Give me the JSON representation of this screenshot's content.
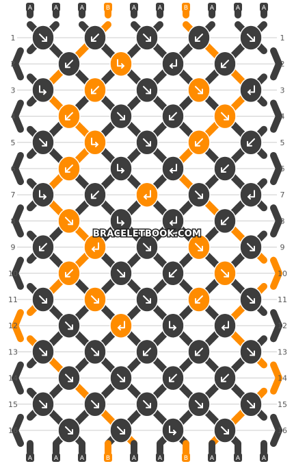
{
  "watermark": "BRACELETBOOK.COM",
  "colors": {
    "A": "#3d3d3d",
    "B": "#ff8c00",
    "arrow": "#ffffff",
    "gridline": "#cccccc",
    "label": "#555555"
  },
  "strings_top": [
    "A",
    "A",
    "A",
    "B",
    "A",
    "A",
    "B",
    "A",
    "A",
    "A"
  ],
  "strings_bottom": [
    "A",
    "A",
    "A",
    "B",
    "A",
    "A",
    "B",
    "A",
    "A",
    "A"
  ],
  "row_labels": [
    "1",
    "2",
    "3",
    "4",
    "5",
    "6",
    "7",
    "8",
    "9",
    "10",
    "11",
    "12",
    "13",
    "14",
    "15",
    "16"
  ],
  "rows": [
    [
      {
        "c": "A",
        "d": "se"
      },
      {
        "c": "A",
        "d": "sw"
      },
      {
        "c": "A",
        "d": "se"
      },
      {
        "c": "A",
        "d": "sw"
      },
      {
        "c": "A",
        "d": "se"
      }
    ],
    [
      {
        "c": "A",
        "d": "sw"
      },
      {
        "c": "B",
        "d": "rse"
      },
      {
        "c": "A",
        "d": "rsw"
      },
      {
        "c": "A",
        "d": "sw"
      }
    ],
    [
      {
        "c": "A",
        "d": "rse"
      },
      {
        "c": "B",
        "d": "sw"
      },
      {
        "c": "A",
        "d": "se"
      },
      {
        "c": "B",
        "d": "se"
      },
      {
        "c": "A",
        "d": "rsw"
      }
    ],
    [
      {
        "c": "B",
        "d": "sw"
      },
      {
        "c": "A",
        "d": "se"
      },
      {
        "c": "A",
        "d": "sw"
      },
      {
        "c": "B",
        "d": "se"
      }
    ],
    [
      {
        "c": "A",
        "d": "se"
      },
      {
        "c": "B",
        "d": "rse"
      },
      {
        "c": "A",
        "d": "se"
      },
      {
        "c": "B",
        "d": "sw"
      },
      {
        "c": "A",
        "d": "sw"
      }
    ],
    [
      {
        "c": "B",
        "d": "sw"
      },
      {
        "c": "A",
        "d": "rse"
      },
      {
        "c": "A",
        "d": "rsw"
      },
      {
        "c": "A",
        "d": "sw"
      }
    ],
    [
      {
        "c": "A",
        "d": "rse"
      },
      {
        "c": "A",
        "d": "sw"
      },
      {
        "c": "B",
        "d": "rsw"
      },
      {
        "c": "A",
        "d": "se"
      },
      {
        "c": "A",
        "d": "rsw"
      }
    ],
    [
      {
        "c": "B",
        "d": "se"
      },
      {
        "c": "A",
        "d": "rse"
      },
      {
        "c": "A",
        "d": "rsw"
      },
      {
        "c": "A",
        "d": "sw"
      }
    ],
    [
      {
        "c": "A",
        "d": "sw"
      },
      {
        "c": "B",
        "d": "rsw"
      },
      {
        "c": "A",
        "d": "se"
      },
      {
        "c": "B",
        "d": "se"
      },
      {
        "c": "A",
        "d": "se"
      }
    ],
    [
      {
        "c": "B",
        "d": "sw"
      },
      {
        "c": "A",
        "d": "se"
      },
      {
        "c": "A",
        "d": "sw"
      },
      {
        "c": "B",
        "d": "se"
      }
    ],
    [
      {
        "c": "A",
        "d": "se"
      },
      {
        "c": "B",
        "d": "se"
      },
      {
        "c": "A",
        "d": "se"
      },
      {
        "c": "B",
        "d": "sw"
      },
      {
        "c": "A",
        "d": "se"
      }
    ],
    [
      {
        "c": "A",
        "d": "se"
      },
      {
        "c": "B",
        "d": "rsw"
      },
      {
        "c": "A",
        "d": "rse"
      },
      {
        "c": "A",
        "d": "rsw"
      }
    ],
    [
      {
        "c": "A",
        "d": "se"
      },
      {
        "c": "A",
        "d": "se"
      },
      {
        "c": "A",
        "d": "sw"
      },
      {
        "c": "A",
        "d": "sw"
      },
      {
        "c": "A",
        "d": "se"
      }
    ],
    [
      {
        "c": "A",
        "d": "se"
      },
      {
        "c": "A",
        "d": "se"
      },
      {
        "c": "A",
        "d": "sw"
      },
      {
        "c": "A",
        "d": "sw"
      }
    ],
    [
      {
        "c": "A",
        "d": "se"
      },
      {
        "c": "A",
        "d": "se"
      },
      {
        "c": "A",
        "d": "se"
      },
      {
        "c": "A",
        "d": "se"
      },
      {
        "c": "A",
        "d": "se"
      }
    ],
    [
      {
        "c": "A",
        "d": "se"
      },
      {
        "c": "A",
        "d": "se"
      },
      {
        "c": "A",
        "d": "rse"
      },
      {
        "c": "A",
        "d": "se"
      }
    ]
  ]
}
